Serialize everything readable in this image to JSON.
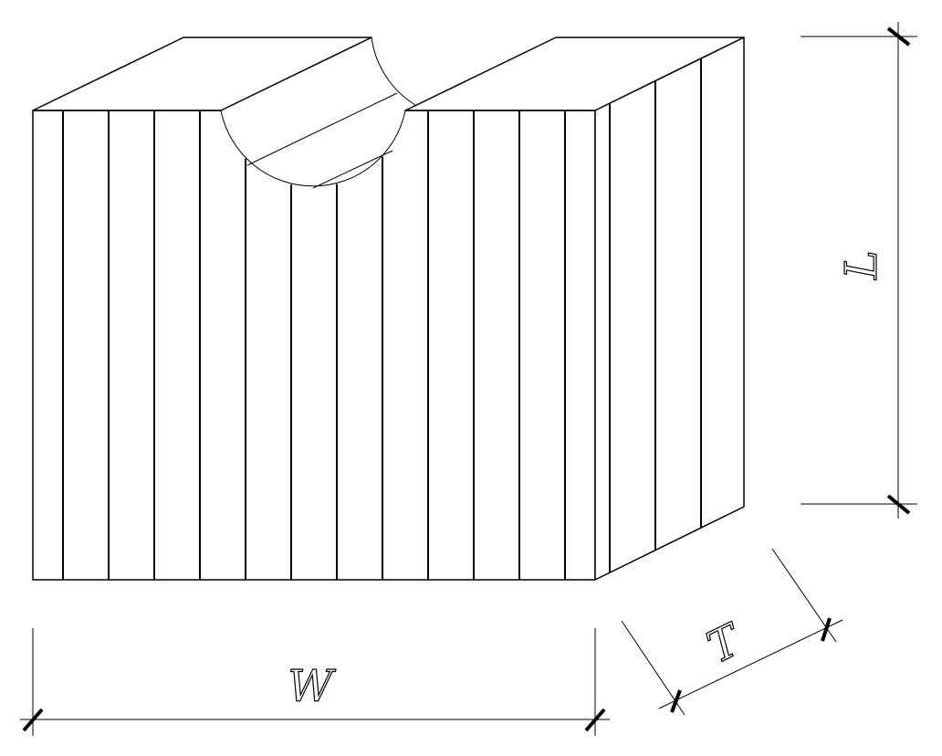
{
  "diagram": {
    "type": "isometric block with semicircular groove",
    "dimensions": {
      "width_label": "W",
      "length_label": "L",
      "thickness_label": "T"
    },
    "colors": {
      "line": "#000000",
      "background": "#ffffff"
    }
  }
}
